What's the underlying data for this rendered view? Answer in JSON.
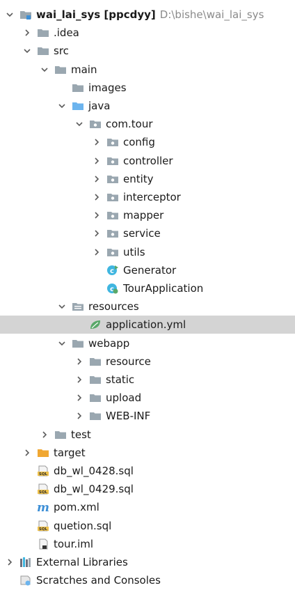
{
  "project_tree": {
    "root": {
      "name": "wai_lai_sys",
      "module": "[ppcdyy]",
      "path": "D:\\bishe\\wai_lai_sys"
    },
    "rows": [
      {
        "id": "root",
        "depth": 0,
        "chevron": "down",
        "icon": "module-folder-icon",
        "label": "wai_lai_sys [ppcdyy]",
        "path": "D:\\bishe\\wai_lai_sys"
      },
      {
        "id": "idea",
        "depth": 1,
        "chevron": "right",
        "icon": "folder-icon",
        "label": ".idea"
      },
      {
        "id": "src",
        "depth": 1,
        "chevron": "down",
        "icon": "folder-icon",
        "label": "src"
      },
      {
        "id": "main",
        "depth": 2,
        "chevron": "down",
        "icon": "folder-icon",
        "label": "main"
      },
      {
        "id": "images",
        "depth": 3,
        "chevron": "none",
        "icon": "folder-icon",
        "label": "images"
      },
      {
        "id": "java",
        "depth": 3,
        "chevron": "down",
        "icon": "source-folder-icon",
        "label": "java"
      },
      {
        "id": "comtour",
        "depth": 4,
        "chevron": "down",
        "icon": "package-icon",
        "label": "com.tour"
      },
      {
        "id": "config",
        "depth": 5,
        "chevron": "right",
        "icon": "package-icon",
        "label": "config"
      },
      {
        "id": "controller",
        "depth": 5,
        "chevron": "right",
        "icon": "package-icon",
        "label": "controller"
      },
      {
        "id": "entity",
        "depth": 5,
        "chevron": "right",
        "icon": "package-icon",
        "label": "entity"
      },
      {
        "id": "interceptor",
        "depth": 5,
        "chevron": "right",
        "icon": "package-icon",
        "label": "interceptor"
      },
      {
        "id": "mapper",
        "depth": 5,
        "chevron": "right",
        "icon": "package-icon",
        "label": "mapper"
      },
      {
        "id": "service",
        "depth": 5,
        "chevron": "right",
        "icon": "package-icon",
        "label": "service"
      },
      {
        "id": "utils",
        "depth": 5,
        "chevron": "right",
        "icon": "package-icon",
        "label": "utils"
      },
      {
        "id": "generator",
        "depth": 5,
        "chevron": "none",
        "icon": "java-class-icon",
        "label": "Generator"
      },
      {
        "id": "tourapp",
        "depth": 5,
        "chevron": "none",
        "icon": "spring-boot-class-icon",
        "label": "TourApplication"
      },
      {
        "id": "resources",
        "depth": 3,
        "chevron": "down",
        "icon": "resources-folder-icon",
        "label": "resources"
      },
      {
        "id": "appyml",
        "depth": 4,
        "chevron": "none",
        "icon": "spring-yml-icon",
        "label": "application.yml",
        "selected": true
      },
      {
        "id": "webapp",
        "depth": 3,
        "chevron": "down",
        "icon": "folder-icon",
        "label": "webapp"
      },
      {
        "id": "resource",
        "depth": 4,
        "chevron": "right",
        "icon": "folder-icon",
        "label": "resource"
      },
      {
        "id": "static",
        "depth": 4,
        "chevron": "right",
        "icon": "folder-icon",
        "label": "static"
      },
      {
        "id": "upload",
        "depth": 4,
        "chevron": "right",
        "icon": "folder-icon",
        "label": "upload"
      },
      {
        "id": "webinf",
        "depth": 4,
        "chevron": "right",
        "icon": "folder-icon",
        "label": "WEB-INF"
      },
      {
        "id": "test",
        "depth": 2,
        "chevron": "right",
        "icon": "folder-icon",
        "label": "test"
      },
      {
        "id": "target",
        "depth": 1,
        "chevron": "right",
        "icon": "excluded-folder-icon",
        "label": "target"
      },
      {
        "id": "sql0428",
        "depth": 1,
        "chevron": "none",
        "icon": "sql-file-icon",
        "label": "db_wl_0428.sql"
      },
      {
        "id": "sql0429",
        "depth": 1,
        "chevron": "none",
        "icon": "sql-file-icon",
        "label": "db_wl_0429.sql"
      },
      {
        "id": "pom",
        "depth": 1,
        "chevron": "none",
        "icon": "maven-pom-icon",
        "label": "pom.xml"
      },
      {
        "id": "quetion",
        "depth": 1,
        "chevron": "none",
        "icon": "sql-file-icon",
        "label": "quetion.sql"
      },
      {
        "id": "touriml",
        "depth": 1,
        "chevron": "none",
        "icon": "iml-file-icon",
        "label": "tour.iml"
      },
      {
        "id": "extlibs",
        "depth": 0,
        "chevron": "right",
        "icon": "libraries-icon",
        "label": "External Libraries"
      },
      {
        "id": "scratches",
        "depth": 0,
        "chevron": "none",
        "icon": "scratches-icon",
        "label": "Scratches and Consoles"
      }
    ]
  },
  "colors": {
    "folder": "#9aa7b0",
    "source_folder": "#6cb4ee",
    "excluded_folder": "#f0a732",
    "selection": "#d4d4d4",
    "path_text": "#8a8a8a",
    "class_badge": "#40b6e0",
    "run_badge": "#59a869",
    "maven": "#3d8fd6"
  }
}
